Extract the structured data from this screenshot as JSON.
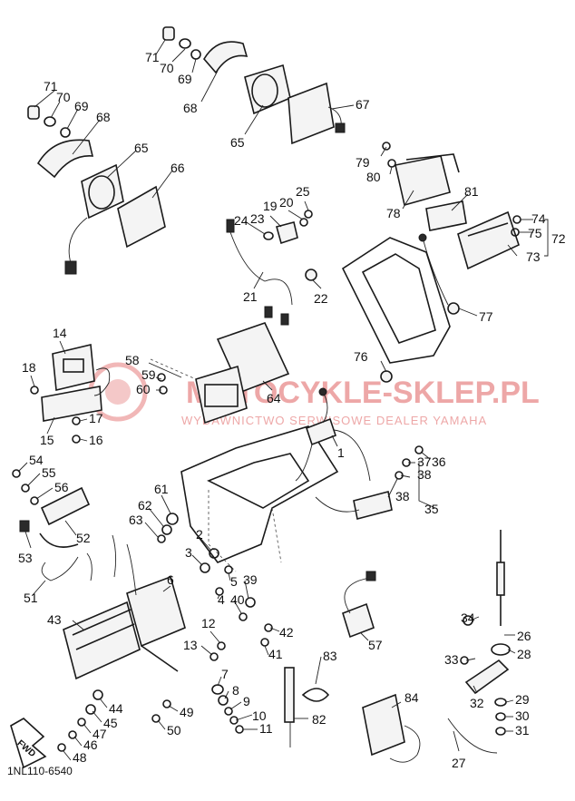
{
  "watermark": {
    "title": "MOTOCYKLE-SKLEP.PL",
    "subtitle": "WYDAWNICTWO SERWISOWE DEALER YAMAHA"
  },
  "diagram_code": "1NL110-6540",
  "fwd_label": "FWD",
  "callouts": {
    "c71a": "71",
    "c70a": "70",
    "c69a": "69",
    "c68a": "68",
    "c65a": "65",
    "c67": "67",
    "c71b": "71",
    "c70b": "70",
    "c69b": "69",
    "c68b": "68",
    "c65b": "65",
    "c66": "66",
    "c79": "79",
    "c80": "80",
    "c78": "78",
    "c81": "81",
    "c74": "74",
    "c75": "75",
    "c72": "72",
    "c73": "73",
    "c77": "77",
    "c24": "24",
    "c23": "23",
    "c19": "19",
    "c20": "20",
    "c25": "25",
    "c21": "21",
    "c22": "22",
    "c14": "14",
    "c18": "18",
    "c17": "17",
    "c16": "16",
    "c15": "15",
    "c58": "58",
    "c59": "59",
    "c60": "60",
    "c64": "64",
    "c76": "76",
    "c1": "1",
    "c36": "36",
    "c37": "37",
    "c38a": "38",
    "c38b": "38",
    "c35": "35",
    "c54": "54",
    "c55": "55",
    "c56": "56",
    "c53": "53",
    "c52": "52",
    "c51": "51",
    "c61": "61",
    "c62": "62",
    "c63": "63",
    "c2": "2",
    "c3": "3",
    "c5": "5",
    "c39": "39",
    "c4": "4",
    "c40": "40",
    "c42": "42",
    "c41": "41",
    "c6": "6",
    "c43": "43",
    "c12": "12",
    "c13": "13",
    "c7": "7",
    "c8": "8",
    "c9": "9",
    "c10": "10",
    "c11": "11",
    "c44": "44",
    "c45": "45",
    "c47": "47",
    "c46": "46",
    "c48": "48",
    "c49": "49",
    "c50": "50",
    "c57": "57",
    "c83": "83",
    "c82": "82",
    "c84": "84",
    "c34": "34",
    "c26": "26",
    "c33": "33",
    "c28": "28",
    "c32": "32",
    "c29": "29",
    "c30": "30",
    "c31": "31",
    "c27": "27"
  }
}
